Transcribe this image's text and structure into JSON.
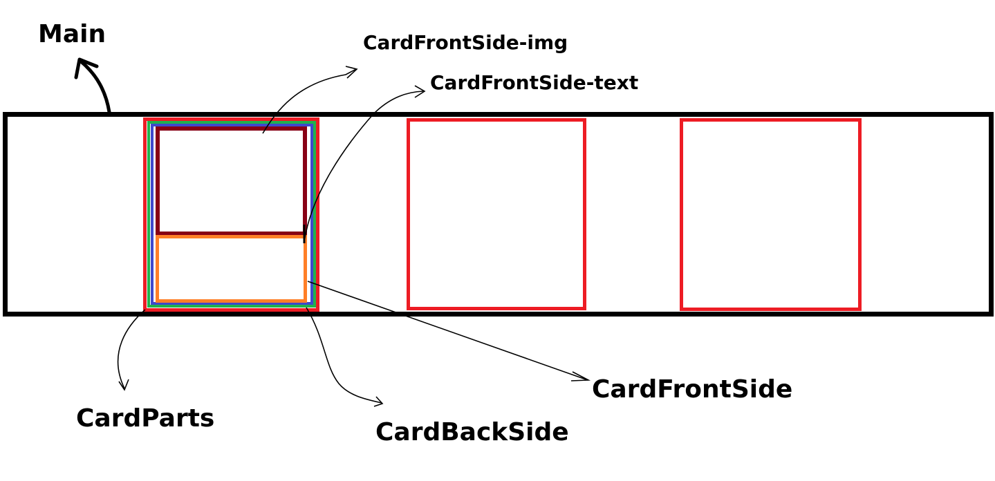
{
  "labels": {
    "main": "Main",
    "card_front_img": "CardFrontSide-img",
    "card_front_text": "CardFrontSide-text",
    "card_parts": "CardParts",
    "card_back_side": "CardBackSide",
    "card_front_side": "CardFrontSide"
  },
  "colors": {
    "outline": "#000000",
    "card": "#ed1c24",
    "back_green": "#22b14c",
    "back_blue": "#3f48cc",
    "front_img": "#880015",
    "front_text": "#ff7f27"
  }
}
